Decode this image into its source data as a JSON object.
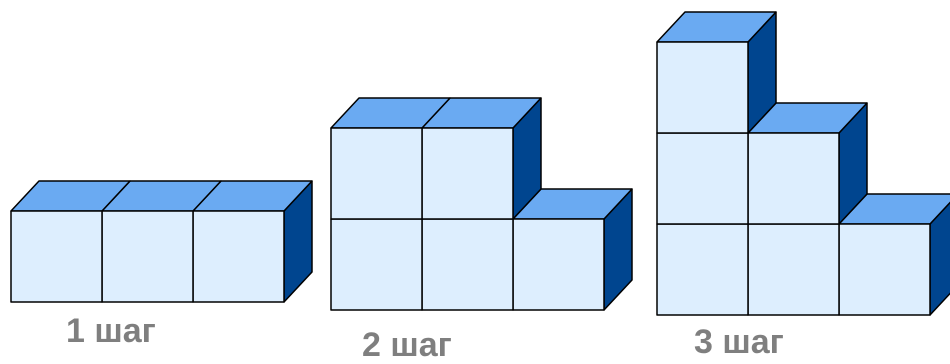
{
  "steps": [
    {
      "label": "1 шаг",
      "columns": [
        1,
        1,
        1
      ]
    },
    {
      "label": "2 шаг",
      "columns": [
        2,
        2,
        1
      ]
    },
    {
      "label": "3 шаг",
      "columns": [
        3,
        2,
        1
      ]
    }
  ],
  "colors": {
    "front": "#ddeefe",
    "top": "#6aaaf2",
    "side": "#00458f",
    "edge": "#000000",
    "label": "#7f7f7f"
  }
}
